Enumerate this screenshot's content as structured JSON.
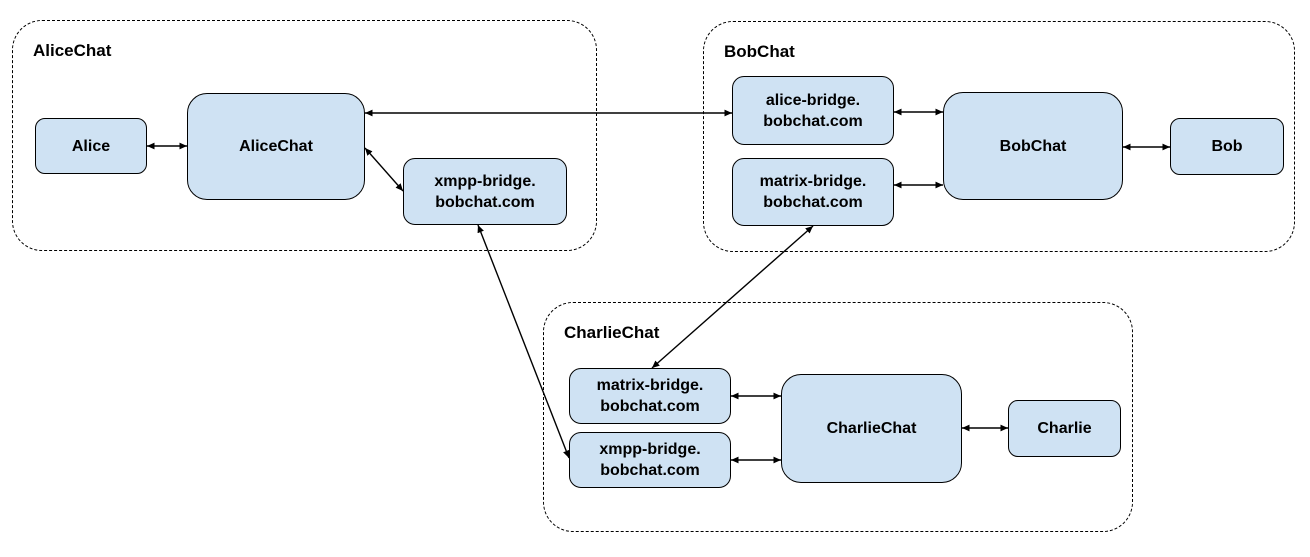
{
  "colors": {
    "background": "#ffffff",
    "node_fill": "#cfe2f3",
    "node_border": "#000000",
    "line": "#000000"
  },
  "groups": {
    "alicechat": {
      "label": "AliceChat"
    },
    "bobchat": {
      "label": "BobChat"
    },
    "charliechat": {
      "label": "CharlieChat"
    }
  },
  "nodes": {
    "alice": {
      "label": "Alice"
    },
    "alicechat_server": {
      "label": "AliceChat"
    },
    "xmpp_bridge_alicechat": {
      "line1": "xmpp-bridge.",
      "line2": "bobchat.com"
    },
    "alice_bridge_bobchat": {
      "line1": "alice-bridge.",
      "line2": "bobchat.com"
    },
    "matrix_bridge_bobchat": {
      "line1": "matrix-bridge.",
      "line2": "bobchat.com"
    },
    "bobchat_server": {
      "label": "BobChat"
    },
    "bob": {
      "label": "Bob"
    },
    "matrix_bridge_charliechat": {
      "line1": "matrix-bridge.",
      "line2": "bobchat.com"
    },
    "xmpp_bridge_charliechat": {
      "line1": "xmpp-bridge.",
      "line2": "bobchat.com"
    },
    "charliechat_server": {
      "label": "CharlieChat"
    },
    "charlie": {
      "label": "Charlie"
    }
  },
  "edges": [
    {
      "from": "alice",
      "to": "alicechat_server",
      "bidirectional": true
    },
    {
      "from": "alicechat_server",
      "to": "alice_bridge_bobchat",
      "bidirectional": true
    },
    {
      "from": "alicechat_server",
      "to": "xmpp_bridge_alicechat",
      "bidirectional": true
    },
    {
      "from": "xmpp_bridge_alicechat",
      "to": "xmpp_bridge_charliechat",
      "bidirectional": true
    },
    {
      "from": "alice_bridge_bobchat",
      "to": "bobchat_server",
      "bidirectional": true
    },
    {
      "from": "matrix_bridge_bobchat",
      "to": "bobchat_server",
      "bidirectional": true
    },
    {
      "from": "bobchat_server",
      "to": "bob",
      "bidirectional": true
    },
    {
      "from": "matrix_bridge_bobchat",
      "to": "matrix_bridge_charliechat",
      "bidirectional": true
    },
    {
      "from": "matrix_bridge_charliechat",
      "to": "charliechat_server",
      "bidirectional": true
    },
    {
      "from": "xmpp_bridge_charliechat",
      "to": "charliechat_server",
      "bidirectional": true
    },
    {
      "from": "charliechat_server",
      "to": "charlie",
      "bidirectional": true
    }
  ]
}
